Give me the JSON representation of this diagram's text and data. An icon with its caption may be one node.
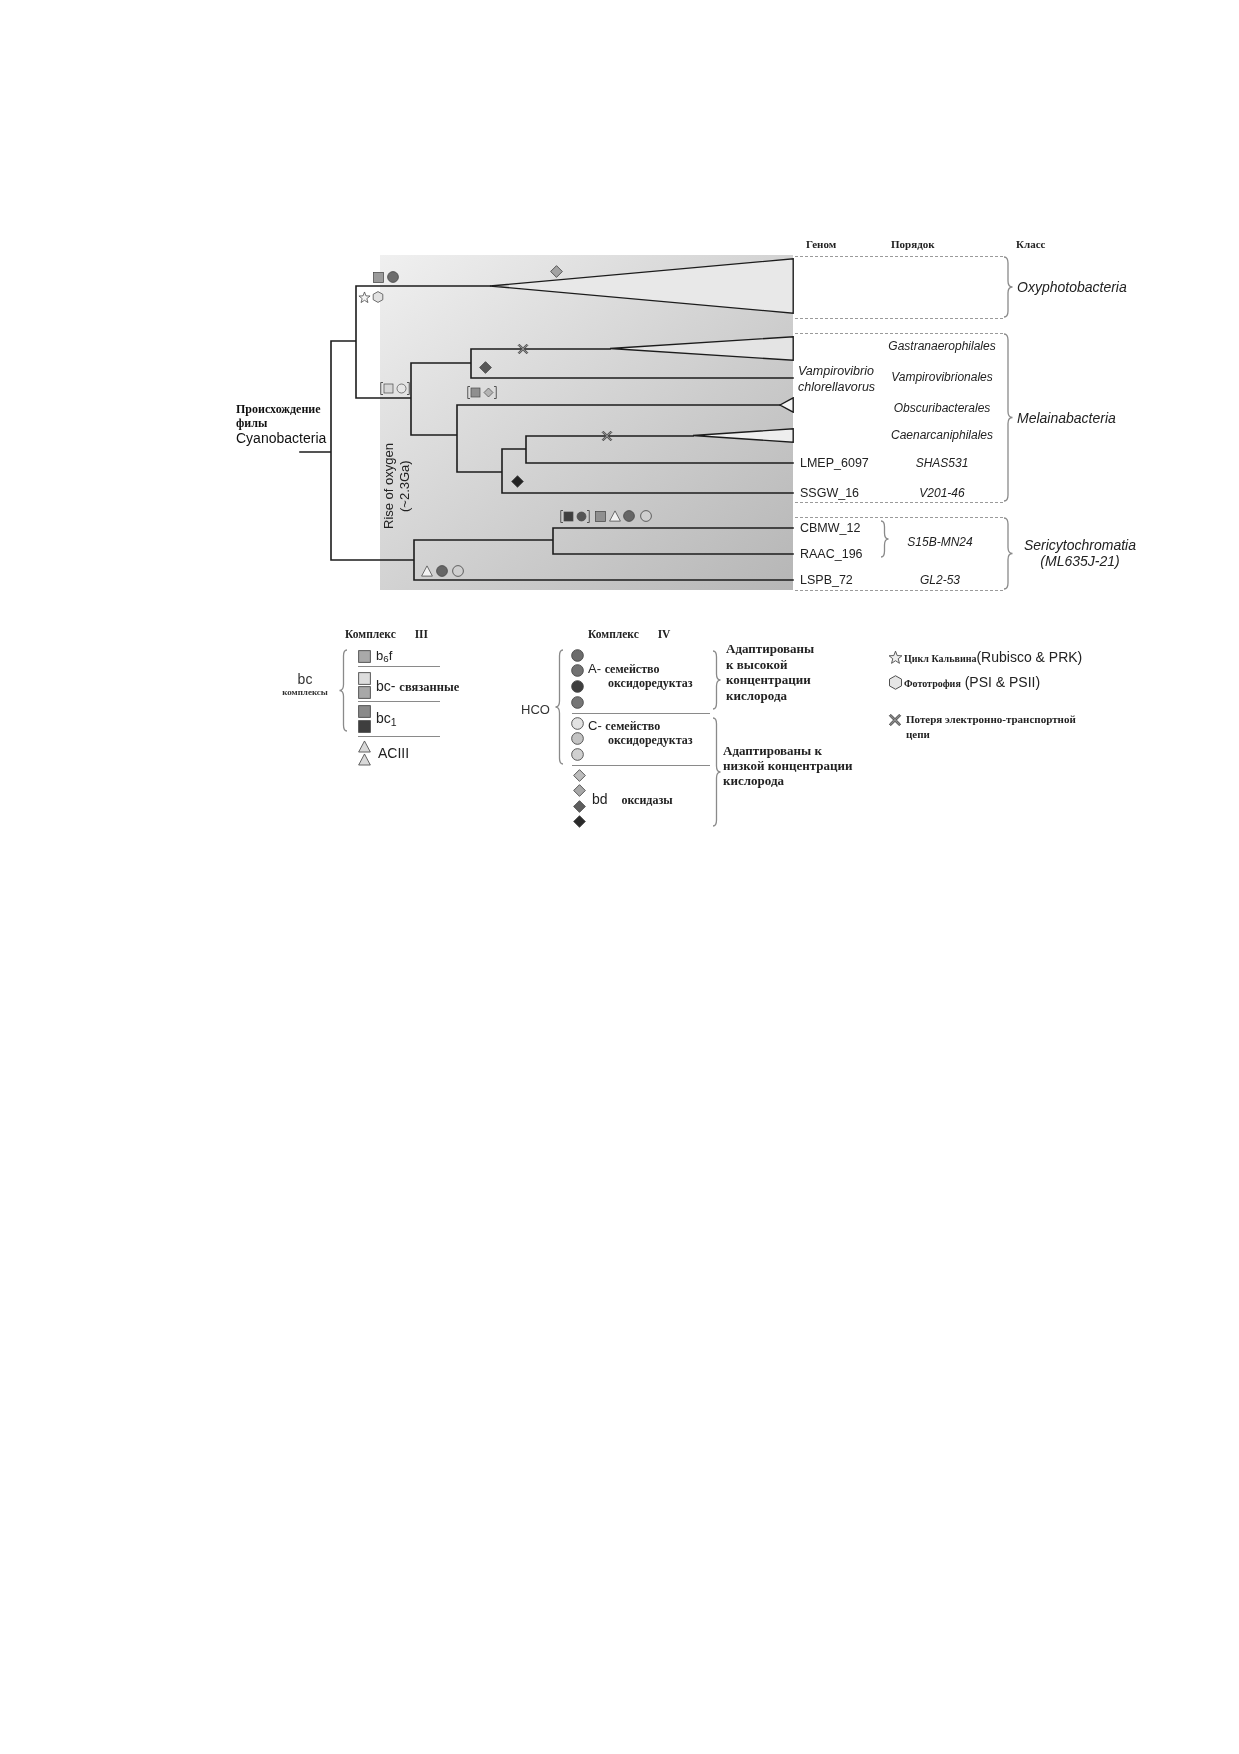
{
  "diagram": {
    "nodes": [
      {
        "text": [],
        "shape": "triangle"
      },
      {
        "text": [],
        "shape": "triangle"
      },
      {
        "text": [],
        "shape": "triangle"
      },
      {
        "text": [],
        "shape": "triangle"
      }
    ],
    "labels": [
      "Геном",
      "Порядок",
      "Класс",
      "Oxyphotobacteria",
      "Gastranaerophilales",
      "Vampirovibrio chlorellavorus",
      "Vampirovibrionales",
      "Obscuribacterales",
      "**Происхождение филы** Cyanobacteria",
      "Melainabacteria",
      "Rise of oxygen (~2.3Ga)",
      "Caenarcaniphilales",
      "LMEP_6097",
      "SHAS531",
      "SSGW_16",
      "V201-46",
      "CBMW_12",
      "S15B-MN24",
      "Sericytochromatia (ML635J-21)",
      "RAAC_196",
      "LSPB_72",
      "GL2-53",
      "Комплекс III",
      "Комплекс IV",
      "bc **комплексы**",
      "HCO",
      "Адаптированы к высокой концентрации кислорода",
      "Адаптированы к низкой концентрации кислорода"
    ],
    "legend": [
      {
        "text": "b$_{6}$f",
        "color": "#a9a9a9"
      },
      {
        "text": "bc- **связанные**"
      },
      {
        "text": "bc$_{1}$"
      },
      {
        "text": "ACIII"
      },
      {
        "text": "A- **семейство оксидоредуктаз**"
      },
      {
        "text": "C- **семейство оксидоредуктаз**"
      },
      {
        "text": "bd **оксидазы**"
      },
      {
        "text": "**Цикл Кальвина**(Rubisco & PRK)"
      },
      {
        "text": "**Фототрофия** (PSI & PSII)"
      },
      {
        "text": "Потеря электронно-транспортной цепи"
      }
    ]
  }
}
